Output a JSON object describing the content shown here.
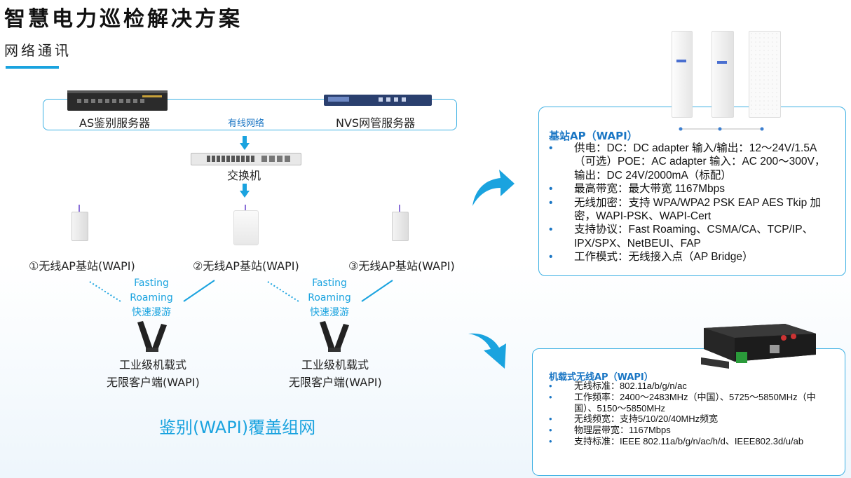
{
  "header": {
    "title": "智慧电力巡检解决方案",
    "subtitle": "网络通讯"
  },
  "diagram": {
    "as_server_label": "AS鉴别服务器",
    "wired_label": "有线网络",
    "nvs_server_label": "NVS网管服务器",
    "switch_label": "交换机",
    "aps": [
      {
        "label": "①无线AP基站(WAPI)"
      },
      {
        "label": "②无线AP基站(WAPI)"
      },
      {
        "label": "③无线AP基站(WAPI)"
      }
    ],
    "roaming": [
      {
        "line1": "Fasting",
        "line2": "Roaming",
        "line3": "快速漫游"
      },
      {
        "line1": "Fasting",
        "line2": "Roaming",
        "line3": "快速漫游"
      }
    ],
    "clients": [
      {
        "line1": "工业级机载式",
        "line2": "无限客户端(WAPI)"
      },
      {
        "line1": "工业级机载式",
        "line2": "无限客户端(WAPI)"
      }
    ],
    "network_caption": "鉴别(WAPI)覆盖组网"
  },
  "panel_ap": {
    "title": "基站AP（WAPI）",
    "specs": [
      "供电：DC：DC adapter 输入/输出：12～24V/1.5A（可选）POE：AC adapter 输入：AC 200～300V，输出：DC  24V/2000mA（标配）",
      "最高带宽：最大带宽 1167Mbps",
      "无线加密：支持 WPA/WPA2 PSK EAP AES Tkip 加密，WAPI-PSK、WAPI-Cert",
      "支持协议：Fast Roaming、CSMA/CA、TCP/IP、IPX/SPX、NetBEUI、FAP",
      "工作模式：无线接入点（AP Bridge）"
    ]
  },
  "panel_vehicle": {
    "title": "机载式无线AP（WAPI）",
    "specs": [
      "无线标准：802.11a/b/g/n/ac",
      "工作频率：2400～2483MHz（中国）、5725～5850MHz（中国）、5150～5850MHz",
      "无线频宽：支持5/10/20/40MHz频宽",
      "物理层带宽：1167Mbps",
      "支持标准：IEEE 802.11a/b/g/n/ac/h/d、IEEE802.3d/u/ab"
    ]
  },
  "colors": {
    "accent": "#1aa3df",
    "panel_title": "#1a76c4",
    "border": "#3cb0e3"
  }
}
